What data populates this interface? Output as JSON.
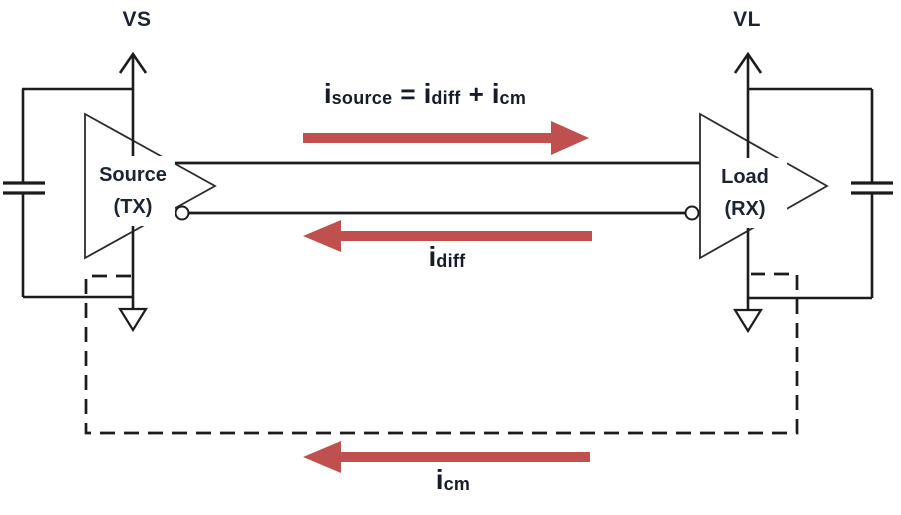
{
  "colors": {
    "background": "#ffffff",
    "wire": "#1c1c1c",
    "current_arrow_red": "#c0504d",
    "label_text": "#1b2433"
  },
  "labels": {
    "vs": "VS",
    "vl": "VL",
    "source_line1": "Source",
    "source_line2": "(TX)",
    "load_line1": "Load",
    "load_line2": "(RX)"
  },
  "equation": {
    "i1": "i",
    "sub1": "source",
    "equals": "=",
    "i2": "i",
    "sub2": "diff",
    "plus": "+",
    "i3": "i",
    "sub3": "cm"
  },
  "current_labels": {
    "diff_base": "i",
    "diff_sub": "diff",
    "cm_base": "i",
    "cm_sub": "cm"
  },
  "arrows": {
    "isource_direction": "right",
    "idiff_direction": "left",
    "icm_direction": "left"
  },
  "icons": {
    "supply_arrow": "up-chevron-arrow",
    "capacitor": "parallel-plate-capacitor",
    "ground": "open-triangle-ground",
    "amplifier": "triangle-buffer",
    "inverting_terminal": "bubble-circle",
    "current_flow": "thick-red-arrow",
    "common_mode_path": "dashed-return-path"
  }
}
